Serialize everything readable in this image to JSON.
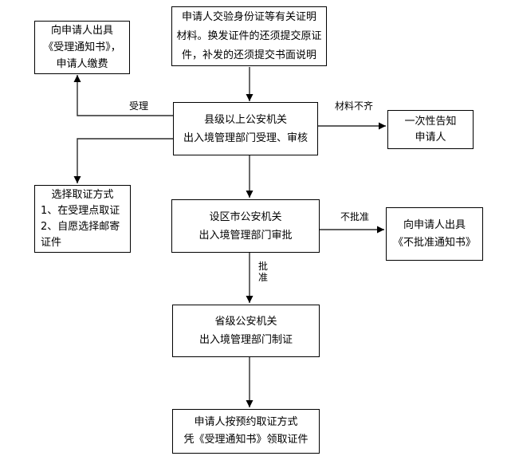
{
  "colors": {
    "background": "#ffffff",
    "box_border": "#000000",
    "connector": "#2b2b2b",
    "text": "#000000"
  },
  "nodes": {
    "submit_materials": {
      "lines": [
        "申请人交验身份证等有关证明",
        "材料。换发证件的还须提交原证",
        "件，补发的还须提交书面说明"
      ]
    },
    "issue_acceptance_notice": {
      "lines": [
        "向申请人出具",
        "《受理通知书》，",
        "申请人缴费"
      ]
    },
    "county_review": {
      "lines": [
        "县级以上公安机关",
        "出入境管理部门受理、审核"
      ]
    },
    "notify_applicant_once": {
      "lines": [
        "一次性告知",
        "申请人"
      ]
    },
    "choose_collection_method": {
      "lines": [
        "选择取证方式",
        "1、在受理点取证",
        "2、自愿选择邮寄",
        "证件"
      ]
    },
    "city_approval": {
      "lines": [
        "设区市公安机关",
        "出入境管理部门审批"
      ]
    },
    "issue_rejection_notice": {
      "lines": [
        "向申请人出具",
        "《不批准通知书》"
      ]
    },
    "province_certificate_production": {
      "lines": [
        "省级公安机关",
        "出入境管理部门制证"
      ]
    },
    "collect_certificate": {
      "lines": [
        "申请人按预约取证方式",
        "凭《受理通知书》领取证件"
      ]
    }
  },
  "edge_labels": {
    "accepted": "受理",
    "materials_incomplete": "材料不齐",
    "not_approved": "不批准",
    "approved": "批准"
  }
}
